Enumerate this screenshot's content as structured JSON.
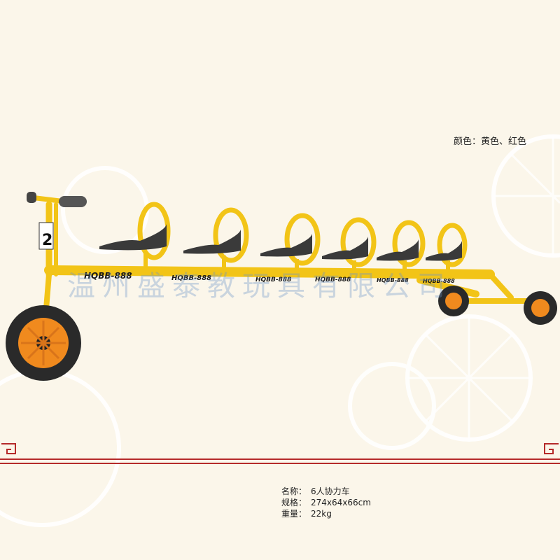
{
  "product": {
    "color_label": "颜色：",
    "color_value": "黄色、红色",
    "model_text": "HQBB-888",
    "number_plate": "2"
  },
  "watermark": "温州盛泰教玩具有限公司",
  "specs": [
    {
      "key": "名称：",
      "value": "6人协力车"
    },
    {
      "key": "规格：",
      "value": "274x64x66cm"
    },
    {
      "key": "重量：",
      "value": "22kg"
    }
  ],
  "colors": {
    "background": "#fbf6ea",
    "frame_yellow": "#f2c417",
    "tire": "#2a2a2a",
    "hub_orange": "#f08a1e",
    "seat": "#3a3a3a",
    "border_red": "#b52a2a"
  }
}
